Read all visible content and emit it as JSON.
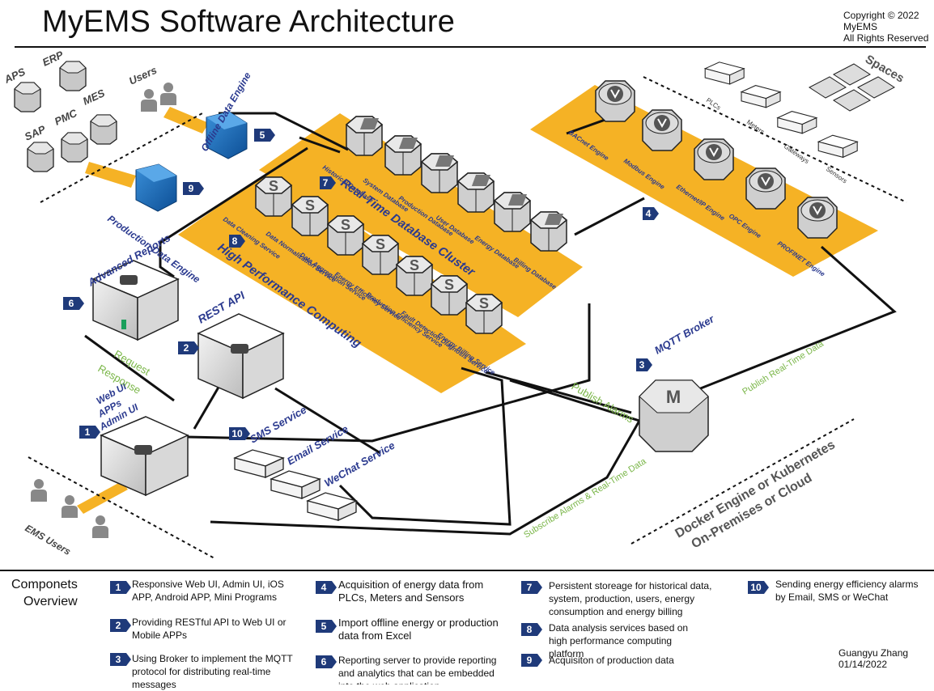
{
  "title": "MyEMS  Software Architecture",
  "copyright": [
    "Copyright © 2022",
    "MyEMS",
    "All Rights Reserved"
  ],
  "diagram": {
    "external_systems": [
      "APS",
      "ERP",
      "SAP",
      "PMC",
      "MES"
    ],
    "users_label": "Users",
    "offline_engine": "Offline Data Engine",
    "production_engine": "Production Data Engine",
    "databases": [
      "Historical Database",
      "System Database",
      "Production Database",
      "User Database",
      "Energy Database",
      "Billing Database"
    ],
    "db_cluster": "Real-Time Database Cluster",
    "hpc_label": "High Performance Computing",
    "services": [
      "Data Cleaning Service",
      "Data Normalization Service",
      "Data Aggregation Service",
      "Energy Efficiency Service",
      "Production Efficiency Service",
      "Fault Detection Diagnosis Service",
      "Energy Billing Service"
    ],
    "engines": [
      "BACnet Engine",
      "Modbus Engine",
      "Ethernet/IP Engine",
      "OPC Engine",
      "PROFINET Engine"
    ],
    "devices": [
      "PLCs",
      "Meters",
      "Gateways",
      "Sensors"
    ],
    "spaces": "Spaces",
    "advanced_reports": "Advanced Reports",
    "rest_api": "REST API",
    "mqtt_broker": "MQTT Broker",
    "web_ui": [
      "Web UI",
      "APPs",
      "Admin UI"
    ],
    "sms": "SMS Service",
    "email": "Email Service",
    "wechat": "WeChat Service",
    "ems_users": "EMS Users",
    "request": "Request",
    "response": "Response",
    "publish_alarms": "Publish Alarms",
    "publish_realtime": "Publish Real-Time Data",
    "subscribe": "Subscribe Alarms & Real-Time Data",
    "docker_line1": "Docker Engine or Kubernetes",
    "docker_line2": "On-Premises or Cloud"
  },
  "overview": {
    "title_line1": "Componets",
    "title_line2": "Overview",
    "items": [
      {
        "num": "1",
        "text": "Responsive Web UI, Admin UI, iOS APP, Android APP, Mini Programs"
      },
      {
        "num": "2",
        "text": "Providing RESTful API to Web UI or Mobile APPs"
      },
      {
        "num": "3",
        "text": "Using Broker to implement the MQTT protocol for distributing real-time messages"
      },
      {
        "num": "4",
        "text": "Acquisition of energy data from PLCs, Meters and Sensors"
      },
      {
        "num": "5",
        "text": "Import offline energy or production data from Excel"
      },
      {
        "num": "6",
        "text": "Reporting server to provide reporting and analytics that can be embedded into the web application"
      },
      {
        "num": "7",
        "text": "Persistent storeage for historical data, system, production, users, energy consumption and energy billing"
      },
      {
        "num": "8",
        "text": "Data analysis services based on high performance computing platform"
      },
      {
        "num": "9",
        "text": "Acquisiton of production data"
      },
      {
        "num": "10",
        "text": "Sending energy efficiency alarms by Email, SMS or WeChat"
      }
    ]
  },
  "author": [
    "Guangyu Zhang",
    "01/14/2022"
  ],
  "colors": {
    "accent": "#f5b225",
    "badge": "#1f3a7a",
    "label": "#2b3a8f",
    "green": "#7ab648"
  }
}
